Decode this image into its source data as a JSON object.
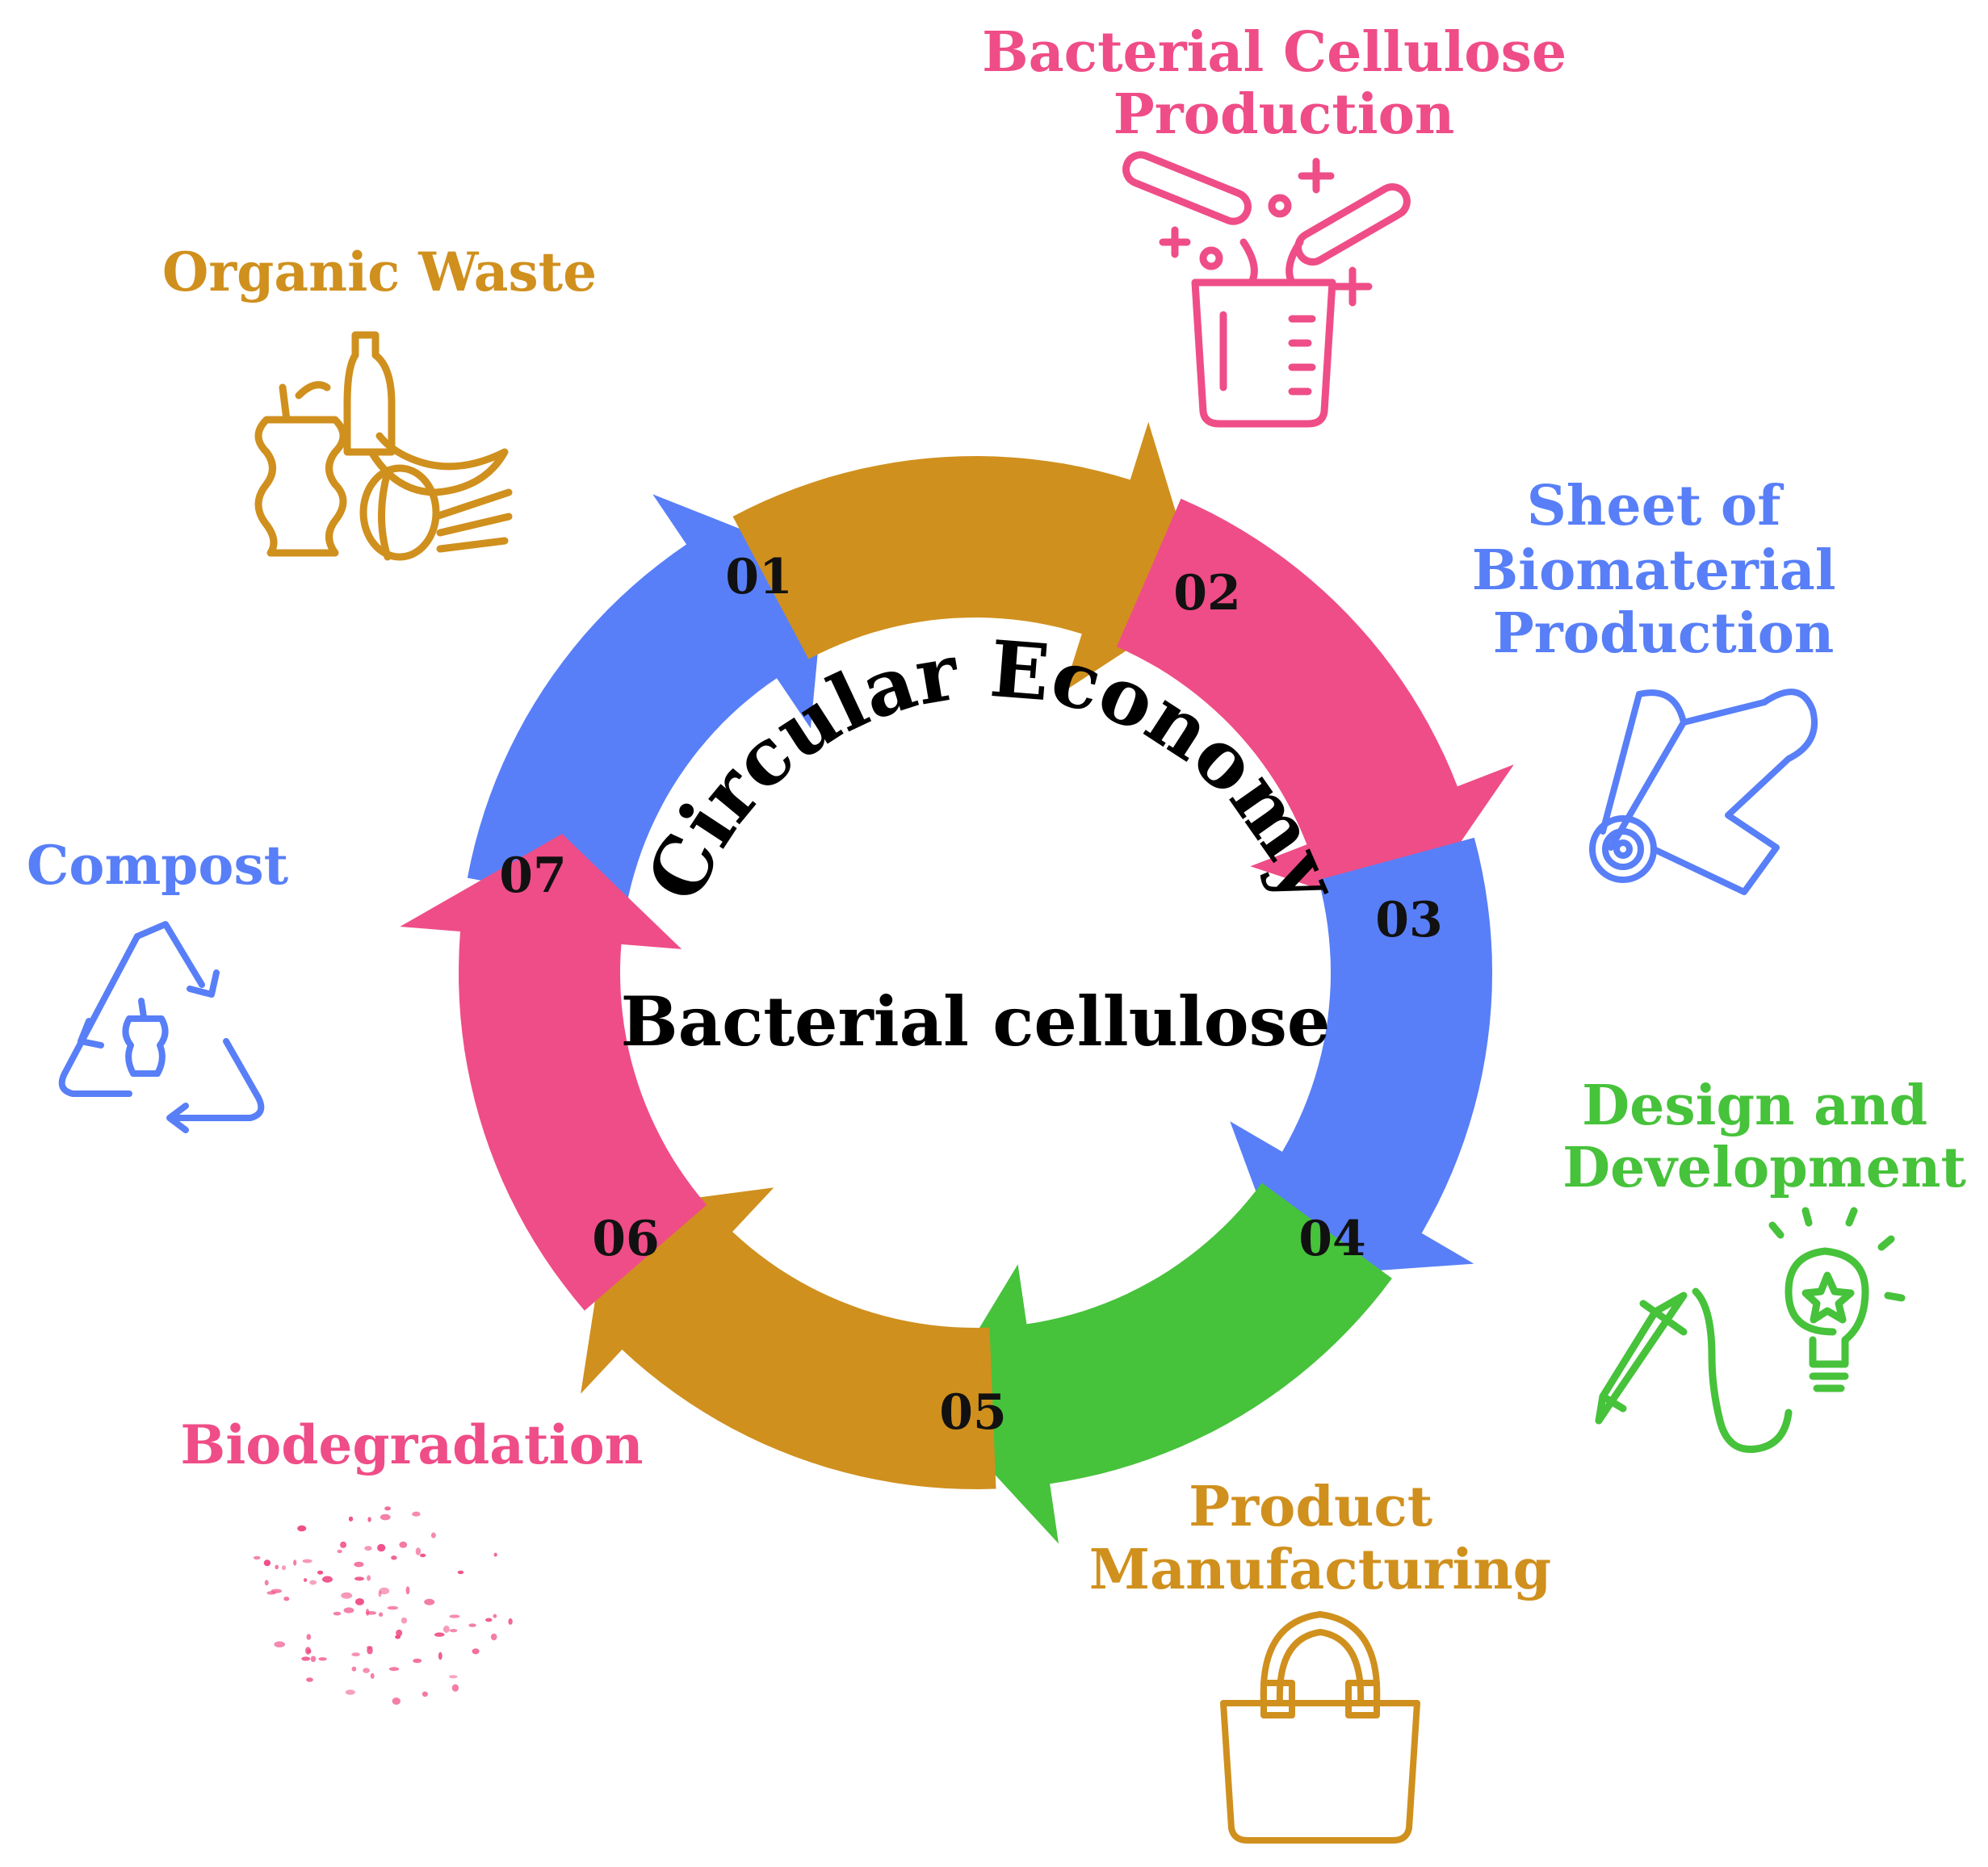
{
  "center": {
    "title": "Circular Economy",
    "subtitle": "Bacterial cellulose"
  },
  "stages": [
    {
      "number": "01",
      "label_lines": [
        "Organic Waste"
      ],
      "color": "#D0901E",
      "icon": "organic-waste-icon"
    },
    {
      "number": "02",
      "label_lines": [
        "Bacterial Cellulose",
        "Production"
      ],
      "color": "#EF4D87",
      "icon": "lab-beaker-icon"
    },
    {
      "number": "03",
      "label_lines": [
        "Sheet of",
        "Biomaterial",
        "Production"
      ],
      "color": "#587FF7",
      "icon": "paper-roll-icon"
    },
    {
      "number": "04",
      "label_lines": [
        "Design and",
        "Development"
      ],
      "color": "#47C23B",
      "icon": "pencil-lightbulb-icon"
    },
    {
      "number": "05",
      "label_lines": [
        "Product",
        "Manufacturing"
      ],
      "color": "#D0901E",
      "icon": "handbag-icon"
    },
    {
      "number": "06",
      "label_lines": [
        "Biodegradation"
      ],
      "color": "#EF4D87",
      "icon": "particles-icon"
    },
    {
      "number": "07",
      "label_lines": [
        "Compost"
      ],
      "color": "#587FF7",
      "icon": "recycle-icon"
    }
  ]
}
